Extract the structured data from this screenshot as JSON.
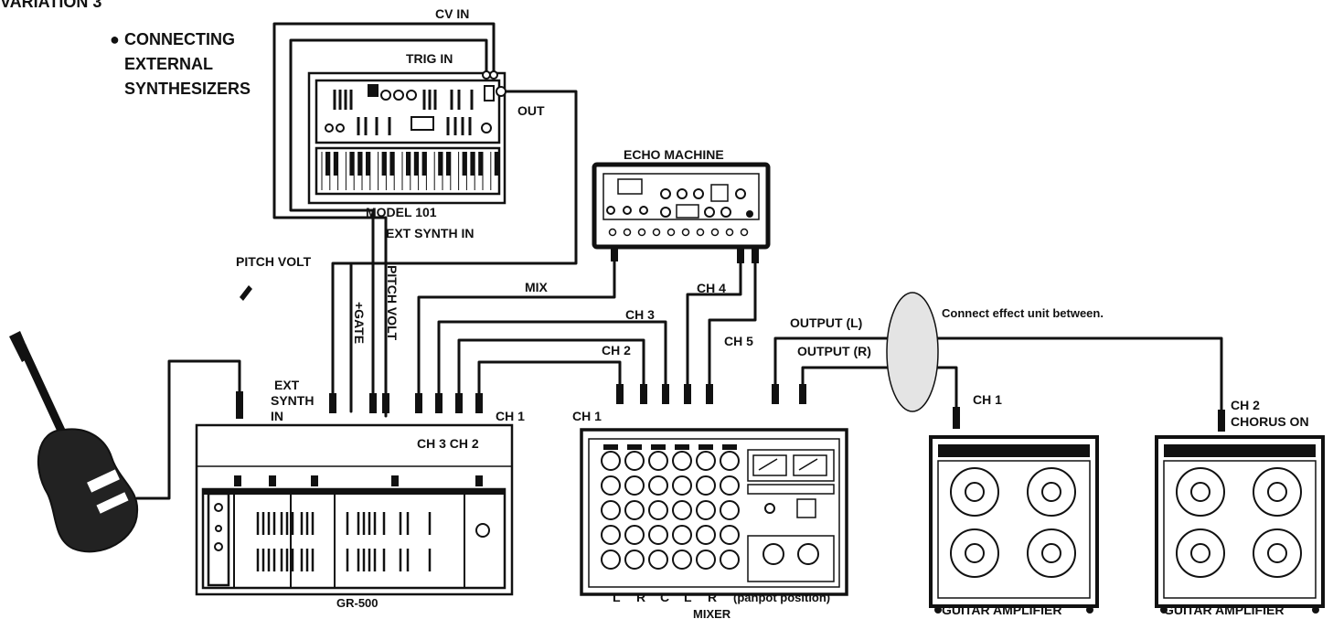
{
  "header": {
    "variation": "VARIATION 3",
    "bullet": "●",
    "title_lines": [
      "CONNECTING",
      "EXTERNAL",
      "SYNTHESIZERS"
    ]
  },
  "devices": {
    "synth": "MODEL 101",
    "echo": "ECHO MACHINE",
    "guitar_synth": "GR-500",
    "mixer": "MIXER",
    "amp_left": "GUITAR AMPLIFIER",
    "amp_right": "GUITAR AMPLIFIER"
  },
  "jacks": {
    "cv_in": "CV IN",
    "trig_in": "TRIG IN",
    "out": "OUT",
    "ext_synth_in_top": "EXT SYNTH IN",
    "pitch_volt_left": "PITCH VOLT",
    "pitch_volt_vertical": "PITCH VOLT",
    "gate": "+GATE",
    "ext_synth_in_lines": [
      "EXT",
      "SYNTH",
      "IN"
    ],
    "mix": "MIX",
    "gr_ch1": "CH 1",
    "gr_ch3_ch2": "CH 3 CH 2",
    "mixer_ch1": "CH 1",
    "mixer_ch2": "CH 2",
    "mixer_ch3": "CH 3",
    "mixer_ch4": "CH 4",
    "mixer_ch5": "CH 5",
    "output_l": "OUTPUT (L)",
    "output_r": "OUTPUT (R)",
    "effect_note": "Connect effect unit between.",
    "amp1_ch1": "CH 1",
    "amp2_ch2": "CH 2",
    "amp2_chorus": "CHORUS ON"
  },
  "panpot": {
    "positions": [
      "L",
      "R",
      "C",
      "L",
      "R"
    ],
    "caption": "(panpot position)"
  }
}
